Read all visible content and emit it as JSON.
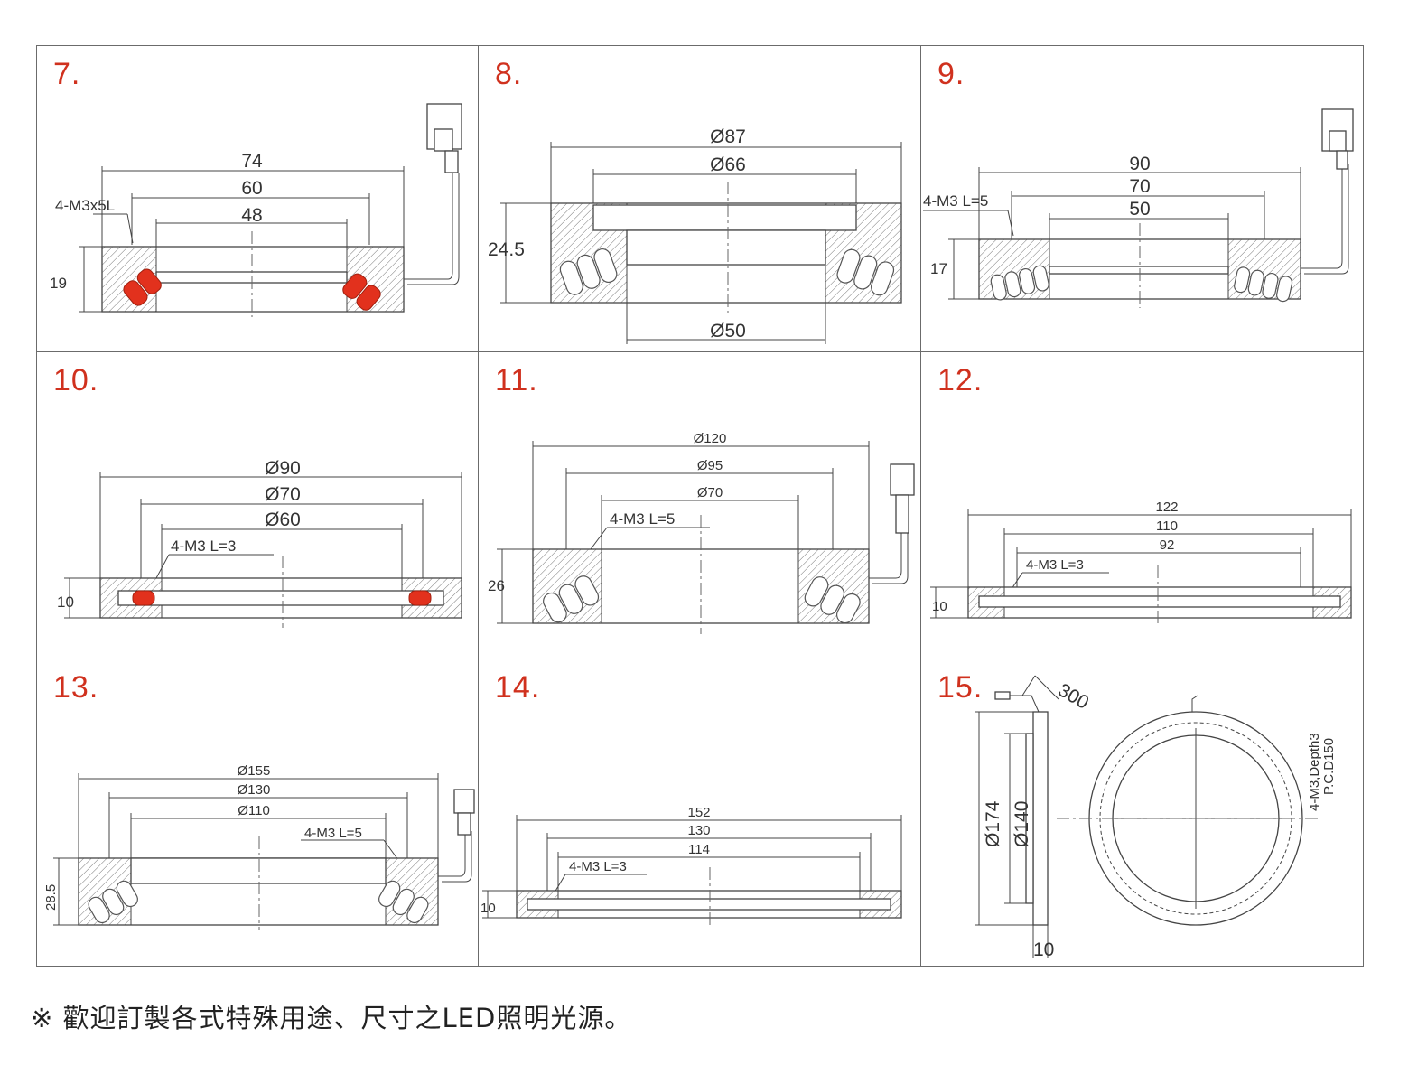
{
  "panels": [
    {
      "number": "7.",
      "dims": [
        "74",
        "60",
        "48",
        "19"
      ],
      "note": "4-M3x5L"
    },
    {
      "number": "8.",
      "dims": [
        "Ø87",
        "Ø66",
        "Ø50",
        "24.5"
      ]
    },
    {
      "number": "9.",
      "dims": [
        "90",
        "70",
        "50",
        "17"
      ],
      "note": "4-M3 L=5"
    },
    {
      "number": "10.",
      "dims": [
        "Ø90",
        "Ø70",
        "Ø60",
        "10"
      ],
      "note": "4-M3  L=3"
    },
    {
      "number": "11.",
      "dims": [
        "Ø120",
        "Ø95",
        "Ø70",
        "26"
      ],
      "note": "4-M3  L=5"
    },
    {
      "number": "12.",
      "dims": [
        "122",
        "110",
        "92",
        "10"
      ],
      "note": "4-M3  L=3"
    },
    {
      "number": "13.",
      "dims": [
        "Ø155",
        "Ø130",
        "Ø110",
        "28.5"
      ],
      "note": "4-M3  L=5"
    },
    {
      "number": "14.",
      "dims": [
        "152",
        "130",
        "114",
        "10"
      ],
      "note": "4-M3  L=3"
    },
    {
      "number": "15.",
      "dims": [
        "Ø174",
        "Ø140",
        "10",
        "300"
      ],
      "note": "4-M3,Depth3",
      "note2": "P.C.D150"
    }
  ],
  "footer": "※ 歡迎訂製各式特殊用途、尺寸之LED照明光源。",
  "colors": {
    "accent": "#d0311e",
    "line": "#444444",
    "led_red": "#e2311d"
  }
}
